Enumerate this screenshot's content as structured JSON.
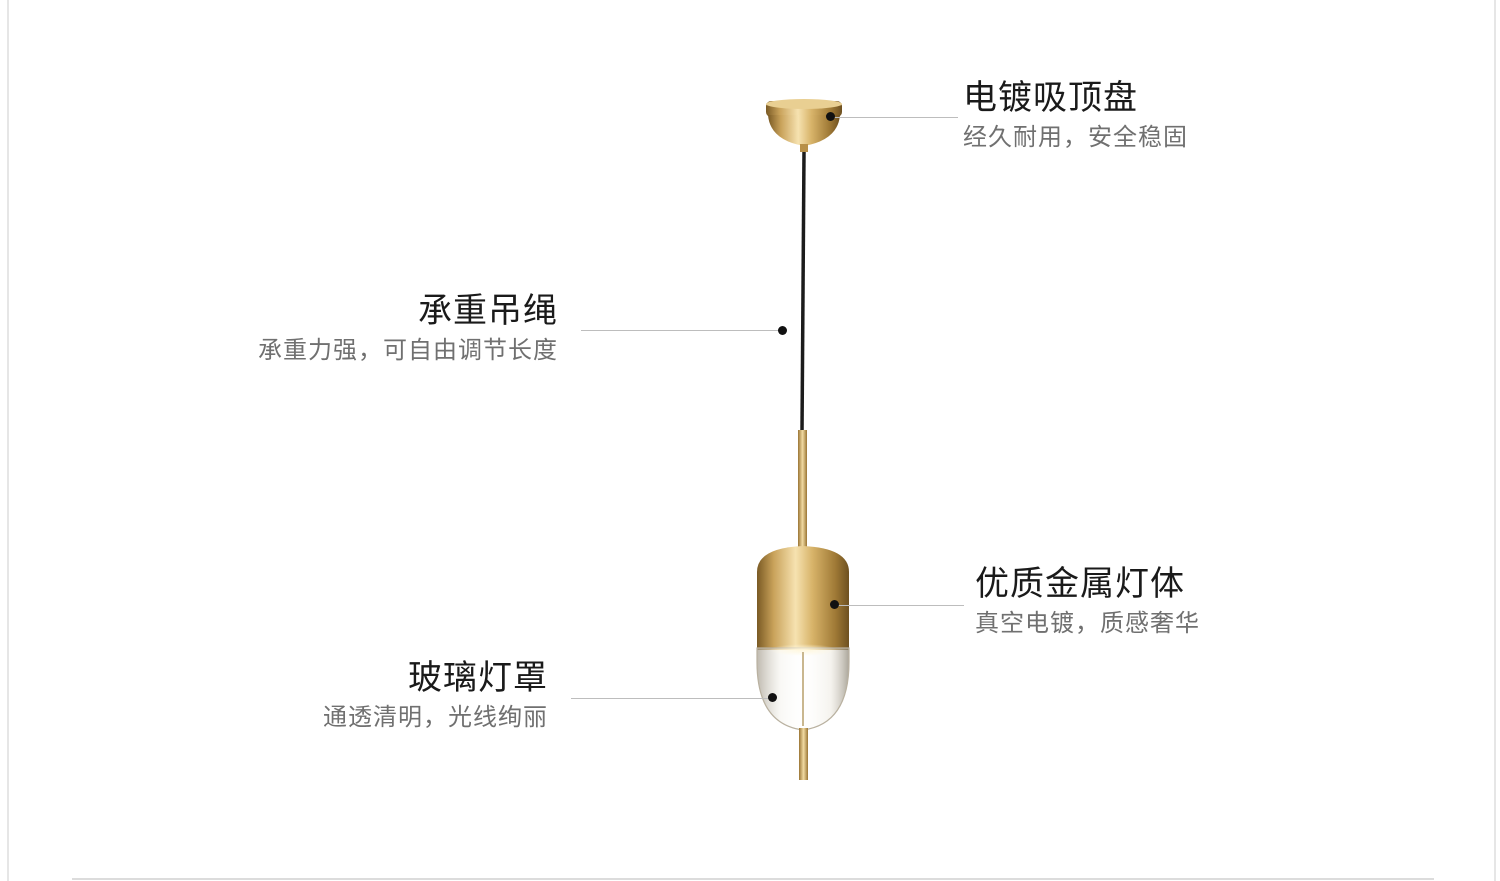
{
  "callouts": {
    "ceiling_plate": {
      "title": "电镀吸顶盘",
      "subtitle": "经久耐用，安全稳固"
    },
    "suspension_cord": {
      "title": "承重吊绳",
      "subtitle": "承重力强，可自由调节长度"
    },
    "metal_body": {
      "title": "优质金属灯体",
      "subtitle": "真空电镀，质感奢华"
    },
    "glass_shade": {
      "title": "玻璃灯罩",
      "subtitle": "通透清明，光线绚丽"
    }
  },
  "colors": {
    "gold_light": "#f0d49a",
    "gold_mid": "#c9a25a",
    "gold_dark": "#8a6a2e",
    "cord": "#1c1c1c",
    "leader_line": "#bdbdbd",
    "dot": "#111111",
    "title_text": "#1a1a1a",
    "subtitle_text": "#707070"
  }
}
